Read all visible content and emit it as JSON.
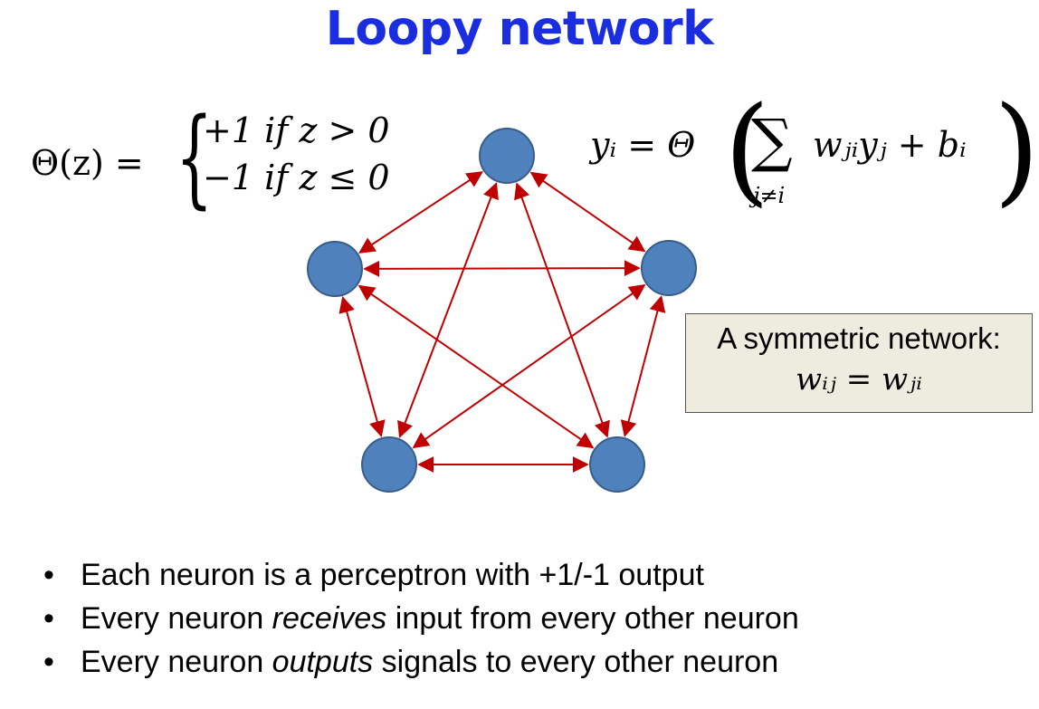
{
  "title": "Loopy network",
  "theta_definition": {
    "lhs": "Θ(z) =",
    "case1": "+1 if z > 0",
    "case2": "−1 if z ≤ 0"
  },
  "update_rule": {
    "lhs": "yᵢ = Θ",
    "sum_sub": "j≠i",
    "body": "wⱼᵢyⱼ + bᵢ"
  },
  "symmetric_box": {
    "line1": "A symmetric network:",
    "line2": "wᵢⱼ = wⱼᵢ"
  },
  "colors": {
    "title": "#1a2ee0",
    "node_fill": "#4f81bd",
    "node_stroke": "#385d8a",
    "edge": "#c00000",
    "box_fill": "#eeecdf"
  },
  "network": {
    "nodes": [
      "top",
      "upper-left",
      "upper-right",
      "lower-left",
      "lower-right"
    ],
    "edges": "fully-connected bidirectional"
  },
  "bullets": [
    {
      "pre": "Each neuron is a perceptron with +1/-1 output",
      "em": "",
      "post": ""
    },
    {
      "pre": "Every neuron ",
      "em": "receives",
      "post": " input from every other neuron"
    },
    {
      "pre": "Every neuron ",
      "em": "outputs",
      "post": " signals to every other neuron"
    }
  ]
}
